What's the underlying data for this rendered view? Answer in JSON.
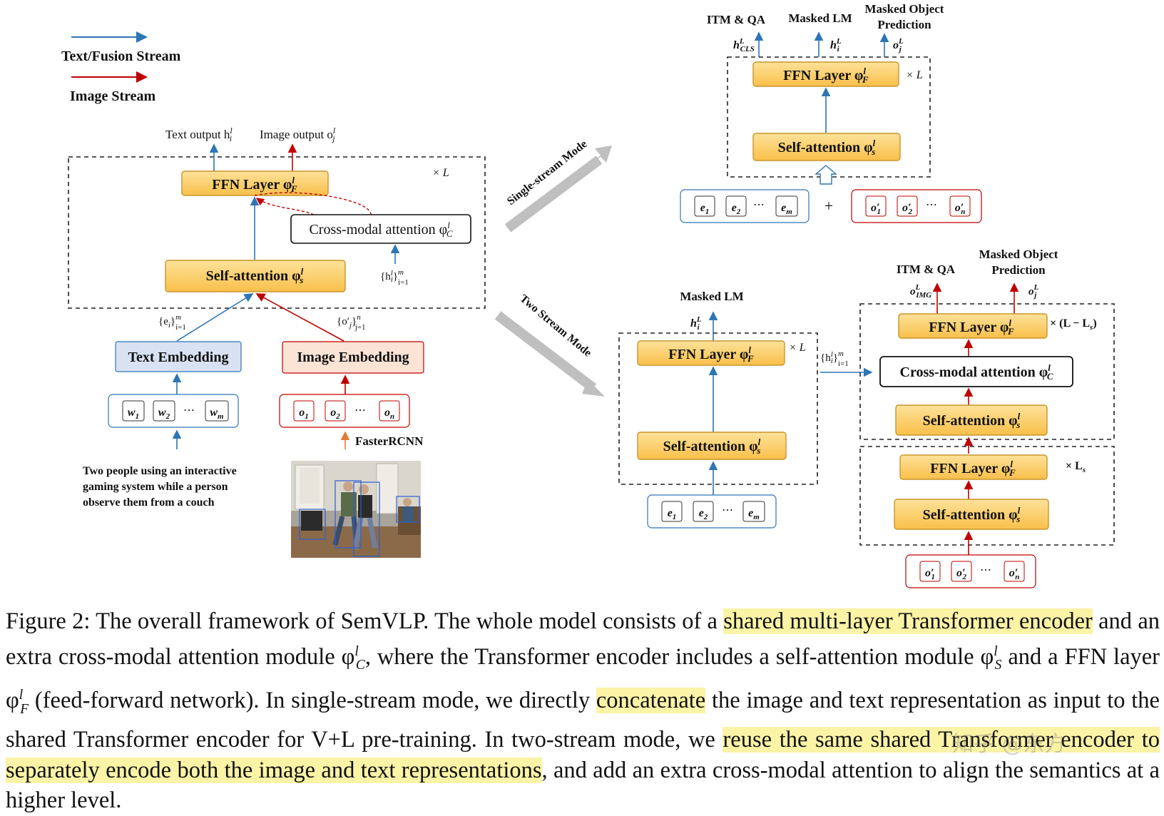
{
  "legend": {
    "text_stream": "Text/Fusion Stream",
    "image_stream": "Image Stream",
    "text_color": "#2e75b6",
    "image_color": "#c00000"
  },
  "colors": {
    "block_fill": "#fcd36e",
    "block_stroke": "#c8952a",
    "text_emb_fill": "#d9e2f3",
    "img_emb_fill": "#fbe3d6",
    "highlight": "#fbf3a6",
    "arrow_gray": "#bfbfbf"
  },
  "left": {
    "text_output": "Text output h",
    "text_output_sup": "l",
    "text_output_sub": "i",
    "image_output": "Image output o",
    "image_output_sup": "l",
    "image_output_sub": "j",
    "repeat": "× L",
    "ffn": "FFN Layer φ",
    "ffn_sup": "l",
    "ffn_sub": "F",
    "cross": "Cross-modal attention φ",
    "cross_sup": "l",
    "cross_sub": "C",
    "self": "Self-attention φ",
    "self_sup": "l",
    "self_sub": "s",
    "h_set": "{h",
    "h_set_sup": "l",
    "h_set_sub": "i",
    "h_set_range_sup": "m",
    "h_set_range_sub": "i=1",
    "e_set": "{e",
    "e_set_sub": "i",
    "e_set_range_sup": "m",
    "e_set_range_sub": "i=1",
    "o_set": "{o′",
    "o_set_sub": "j",
    "o_set_range_sup": "n",
    "o_set_range_sub": "j=1",
    "text_embedding": "Text Embedding",
    "image_embedding": "Image Embedding",
    "words": [
      "w",
      "w",
      "⋯",
      "w"
    ],
    "word_subs": [
      "1",
      "2",
      "",
      "m"
    ],
    "objs": [
      "o",
      "o",
      "⋯",
      "o"
    ],
    "obj_subs": [
      "1",
      "2",
      "",
      "n"
    ],
    "fasterrcnn": "FasterRCNN",
    "caption_lines": [
      "Two people using an interactive",
      "gaming system while a person",
      "observe them from a couch"
    ]
  },
  "single": {
    "mode_label": "Single-stream Mode",
    "heads": [
      "ITM & QA",
      "Masked LM",
      "Masked Object",
      "Prediction"
    ],
    "h_cls": "h",
    "h_cls_sup": "L",
    "h_cls_sub": "CLS",
    "h_i": "h",
    "h_i_sup": "L",
    "h_i_sub": "i",
    "o_j": "o",
    "o_j_sup": "L",
    "o_j_sub": "j",
    "ffn": "FFN Layer φ",
    "ffn_sup": "l",
    "ffn_sub": "F",
    "self": "Self-attention φ",
    "self_sup": "l",
    "self_sub": "s",
    "repeat": "× L",
    "plus": "+",
    "e_tokens": [
      "e",
      "e",
      "⋯",
      "e"
    ],
    "e_subs": [
      "1",
      "2",
      "",
      "m"
    ],
    "o_tokens": [
      "o′",
      "o′",
      "⋯",
      "o′"
    ],
    "o_subs": [
      "1",
      "2",
      "",
      "n"
    ]
  },
  "two": {
    "mode_label": "Two Stream Mode",
    "masked_lm": "Masked LM",
    "h_i": "h",
    "h_i_sup": "L",
    "h_i_sub": "i",
    "ffn": "FFN Layer φ",
    "ffn_sup": "l",
    "ffn_sub": "F",
    "self": "Self-attention φ",
    "self_sup": "l",
    "self_sub": "s",
    "repeat_L": "× L",
    "h_set": "{h",
    "h_set_sup": "l",
    "h_set_sub": "i",
    "h_set_range_sup": "m",
    "h_set_range_sub": "i=1",
    "e_tokens": [
      "e",
      "e",
      "⋯",
      "e"
    ],
    "e_subs": [
      "1",
      "2",
      "",
      "m"
    ],
    "itm": "ITM & QA",
    "mop1": "Masked Object",
    "mop2": "Prediction",
    "o_img": "o",
    "o_img_sup": "L",
    "o_img_sub": "IMG",
    "o_j": "o",
    "o_j_sup": "L",
    "o_j_sub": "j",
    "right_ffn_top": "FFN Layer φ",
    "repeat_L_minus": "× (L − L",
    "repeat_L_minus_sub": "s",
    "repeat_L_minus_close": ")",
    "cross": "Cross-modal attention φ",
    "cross_sup": "l",
    "cross_sub": "C",
    "right_self_top": "Self-attention φ",
    "right_ffn_bot": "FFN Layer φ",
    "repeat_Ls": "× L",
    "repeat_Ls_sub": "s",
    "right_self_bot": "Self-attention φ",
    "o_tokens": [
      "o′",
      "o′",
      "⋯",
      "o′"
    ],
    "o_subs": [
      "1",
      "2",
      "",
      "n"
    ]
  },
  "caption": {
    "p1": "Figure 2:  The overall framework of SemVLP. The whole model consists of a ",
    "h1": "shared multi-layer Transformer encoder",
    "p2": " and an extra cross-modal attention module φ",
    "p2_sup": "l",
    "p2_sub": "C",
    "p3": ", where the Transformer encoder includes a self-attention module φ",
    "p3_sup": "l",
    "p3_sub": "S",
    "p4": " and a FFN layer φ",
    "p4_sup": "l",
    "p4_sub": "F",
    "p5": " (feed-forward network). In single-stream mode, we directly ",
    "h2": "concatenate",
    "p6": " the image and text representation as input to the shared Transformer encoder for V+L pre-training. In two-stream mode, we ",
    "h3": "reuse the same shared Transformer encoder to separately encode both the image and text representations",
    "p7": ", and add an extra cross-modal attention to align the semantics at a higher level."
  },
  "watermark": "知乎 @东方"
}
